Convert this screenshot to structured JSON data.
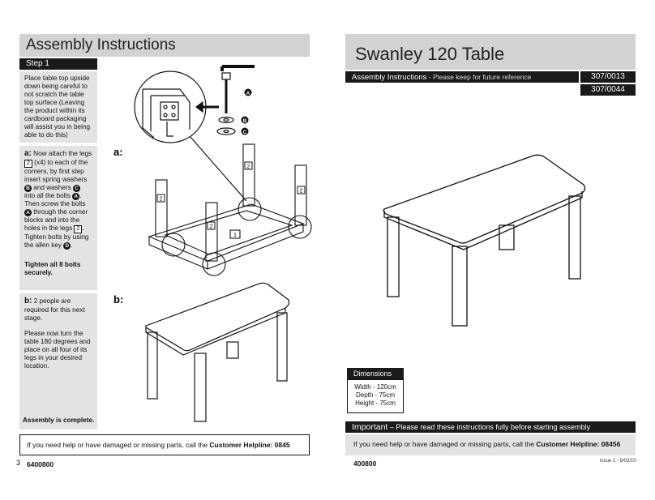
{
  "left": {
    "header": "Assembly Instructions",
    "step_label": "Step 1",
    "step1_text": "Place table top upside down being careful to not scratch the table top surface (Leaving the product within its cardboard packaging will assist you in being able to do this)",
    "a_label": "a:",
    "a_t1": " Now attach the legs ",
    "a_t2": " (x4) to each of the corners, by first step insert spring washers ",
    "a_t3": " and washers ",
    "a_t4": " into all the bolts ",
    "a_t5": ". Then screw the bolts ",
    "a_t6": " through the corner blocks and into the holes in the legs ",
    "a_t7": ". Tighten bolts by using the allen key ",
    "a_t8": ".",
    "a_tighten": "Tighten all 8 bolts securely.",
    "b_label": "b:",
    "b_t1": " 2 people are required for this next stage.",
    "b_t2": "Please now turn the table 180 degrees and place on all four of its legs in your desired location.",
    "complete": "Assembly is complete.",
    "help_text": "If you need help or have damaged or missing parts, call the ",
    "help_bold": "Customer Helpline: 0845 6400800",
    "page_number": "3",
    "diagram_a": "a:",
    "diagram_b": "b:",
    "parts": {
      "A": "A",
      "B": "B",
      "C": "C",
      "D": "D"
    },
    "part_leg": "2",
    "part_top": "1"
  },
  "right": {
    "title": "Swanley 120 Table",
    "ai_strong": "Assembly Instructions",
    "ai_sub": " - Please keep for future reference",
    "code1": "307/0013",
    "code2": "307/0044",
    "dims_header": "Dimensions",
    "dims": [
      "Width - 120cm",
      "Depth - 75cm",
      "Height - 75cm"
    ],
    "imp_strong": "Important",
    "imp_text": " – Please read these instructions fully before starting assembly",
    "help_text": "If you need help or have damaged or missing parts, call the ",
    "help_bold": "Customer Helpline: 08456 400800",
    "issue": "Issue 1 - 9/02/10"
  }
}
